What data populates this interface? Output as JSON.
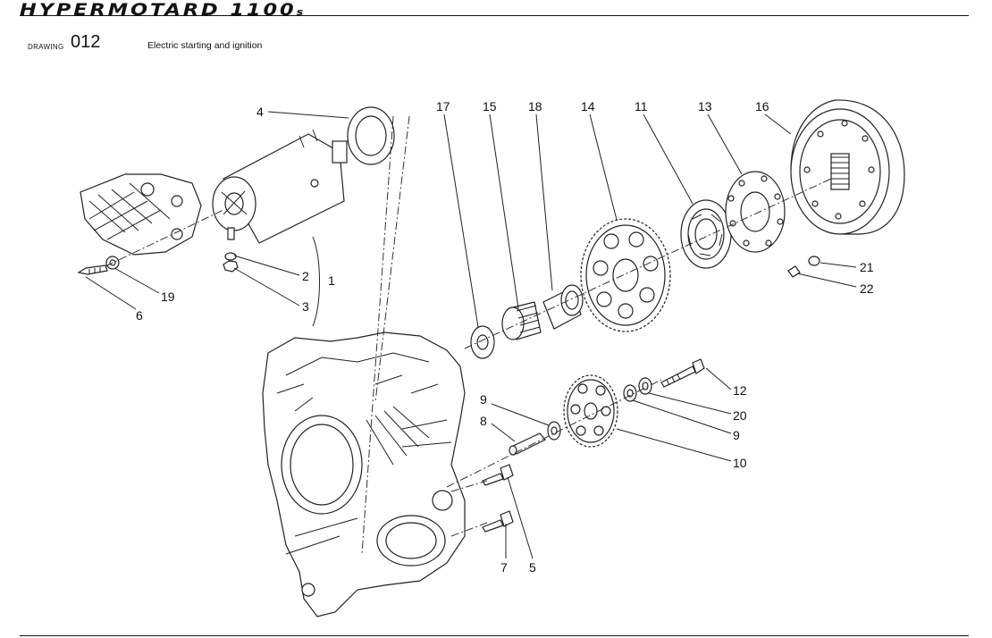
{
  "header": {
    "brand": "HYPERMOTARD 1100",
    "brand_suffix": "s",
    "drawing_label": "DRAWING",
    "drawing_number": "012",
    "drawing_title": "Electric starting and ignition"
  },
  "callouts": {
    "c1": "1",
    "c2": "2",
    "c3": "3",
    "c4": "4",
    "c5": "5",
    "c6": "6",
    "c7": "7",
    "c8": "8",
    "c9a": "9",
    "c9b": "9",
    "c10": "10",
    "c11": "11",
    "c12": "12",
    "c13": "13",
    "c14": "14",
    "c15": "15",
    "c16": "16",
    "c17": "17",
    "c18": "18",
    "c19": "19",
    "c20": "20",
    "c21": "21",
    "c22": "22"
  }
}
